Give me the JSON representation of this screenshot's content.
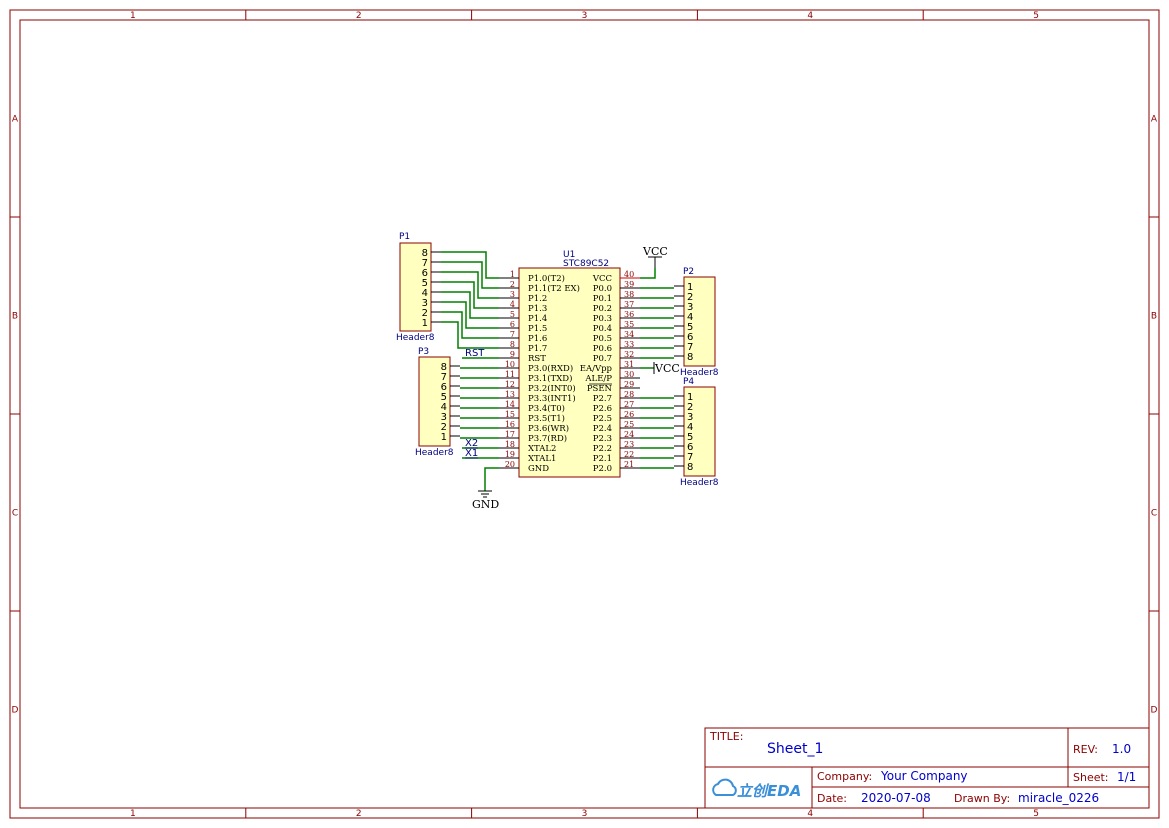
{
  "frame": {
    "columns": [
      "1",
      "2",
      "3",
      "4",
      "5"
    ],
    "rows": [
      "A",
      "B",
      "C",
      "D"
    ]
  },
  "colors": {
    "frame": "#8b0000",
    "wire": "#008000",
    "part_fill": "#ffffc0",
    "designator": "#000080"
  },
  "u1": {
    "designator": "U1",
    "value": "STC89C52",
    "left_pins": [
      {
        "num": "1",
        "name": "P1.0(T2)"
      },
      {
        "num": "2",
        "name": "P1.1(T2 EX)"
      },
      {
        "num": "3",
        "name": "P1.2"
      },
      {
        "num": "4",
        "name": "P1.3"
      },
      {
        "num": "5",
        "name": "P1.4"
      },
      {
        "num": "6",
        "name": "P1.5"
      },
      {
        "num": "7",
        "name": "P1.6"
      },
      {
        "num": "8",
        "name": "P1.7"
      },
      {
        "num": "9",
        "name": "RST"
      },
      {
        "num": "10",
        "name": "P3.0(RXD)"
      },
      {
        "num": "11",
        "name": "P3.1(TXD)"
      },
      {
        "num": "12",
        "name": "P3.2(INT0)"
      },
      {
        "num": "13",
        "name": "P3.3(INT1)"
      },
      {
        "num": "14",
        "name": "P3.4(T0)"
      },
      {
        "num": "15",
        "name": "P3.5(T1)"
      },
      {
        "num": "16",
        "name": "P3.6(WR)"
      },
      {
        "num": "17",
        "name": "P3.7(RD)"
      },
      {
        "num": "18",
        "name": "XTAL2"
      },
      {
        "num": "19",
        "name": "XTAL1"
      },
      {
        "num": "20",
        "name": "GND"
      }
    ],
    "right_pins": [
      {
        "num": "40",
        "name": "VCC"
      },
      {
        "num": "39",
        "name": "P0.0"
      },
      {
        "num": "38",
        "name": "P0.1"
      },
      {
        "num": "37",
        "name": "P0.2"
      },
      {
        "num": "36",
        "name": "P0.3"
      },
      {
        "num": "35",
        "name": "P0.4"
      },
      {
        "num": "34",
        "name": "P0.5"
      },
      {
        "num": "33",
        "name": "P0.6"
      },
      {
        "num": "32",
        "name": "P0.7"
      },
      {
        "num": "31",
        "name": "EA/Vpp"
      },
      {
        "num": "30",
        "name": "ALE/P"
      },
      {
        "num": "29",
        "name": "PSEN"
      },
      {
        "num": "28",
        "name": "P2.7"
      },
      {
        "num": "27",
        "name": "P2.6"
      },
      {
        "num": "26",
        "name": "P2.5"
      },
      {
        "num": "25",
        "name": "P2.4"
      },
      {
        "num": "24",
        "name": "P2.3"
      },
      {
        "num": "23",
        "name": "P2.2"
      },
      {
        "num": "22",
        "name": "P2.1"
      },
      {
        "num": "21",
        "name": "P2.0"
      }
    ]
  },
  "headers": [
    {
      "designator": "P1",
      "value": "Header8",
      "pins": [
        "8",
        "7",
        "6",
        "5",
        "4",
        "3",
        "2",
        "1"
      ]
    },
    {
      "designator": "P2",
      "value": "Header8",
      "pins": [
        "1",
        "2",
        "3",
        "4",
        "5",
        "6",
        "7",
        "8"
      ]
    },
    {
      "designator": "P3",
      "value": "Header8",
      "pins": [
        "8",
        "7",
        "6",
        "5",
        "4",
        "3",
        "2",
        "1"
      ]
    },
    {
      "designator": "P4",
      "value": "Header8",
      "pins": [
        "1",
        "2",
        "3",
        "4",
        "5",
        "6",
        "7",
        "8"
      ]
    }
  ],
  "net_labels": {
    "rst": "RST",
    "x2": "X2",
    "x1": "X1"
  },
  "power": {
    "vcc_top": "VCC",
    "vcc_ea": "VCC",
    "gnd": "GND"
  },
  "title_block": {
    "title_label": "TITLE:",
    "title": "Sheet_1",
    "rev_label": "REV:",
    "rev": "1.0",
    "company_label": "Company:",
    "company": "Your Company",
    "sheet_label": "Sheet:",
    "sheet": "1/1",
    "date_label": "Date:",
    "date": "2020-07-08",
    "drawn_label": "Drawn By:",
    "drawn": "miracle_0226",
    "logo_text": "立创EDA"
  }
}
